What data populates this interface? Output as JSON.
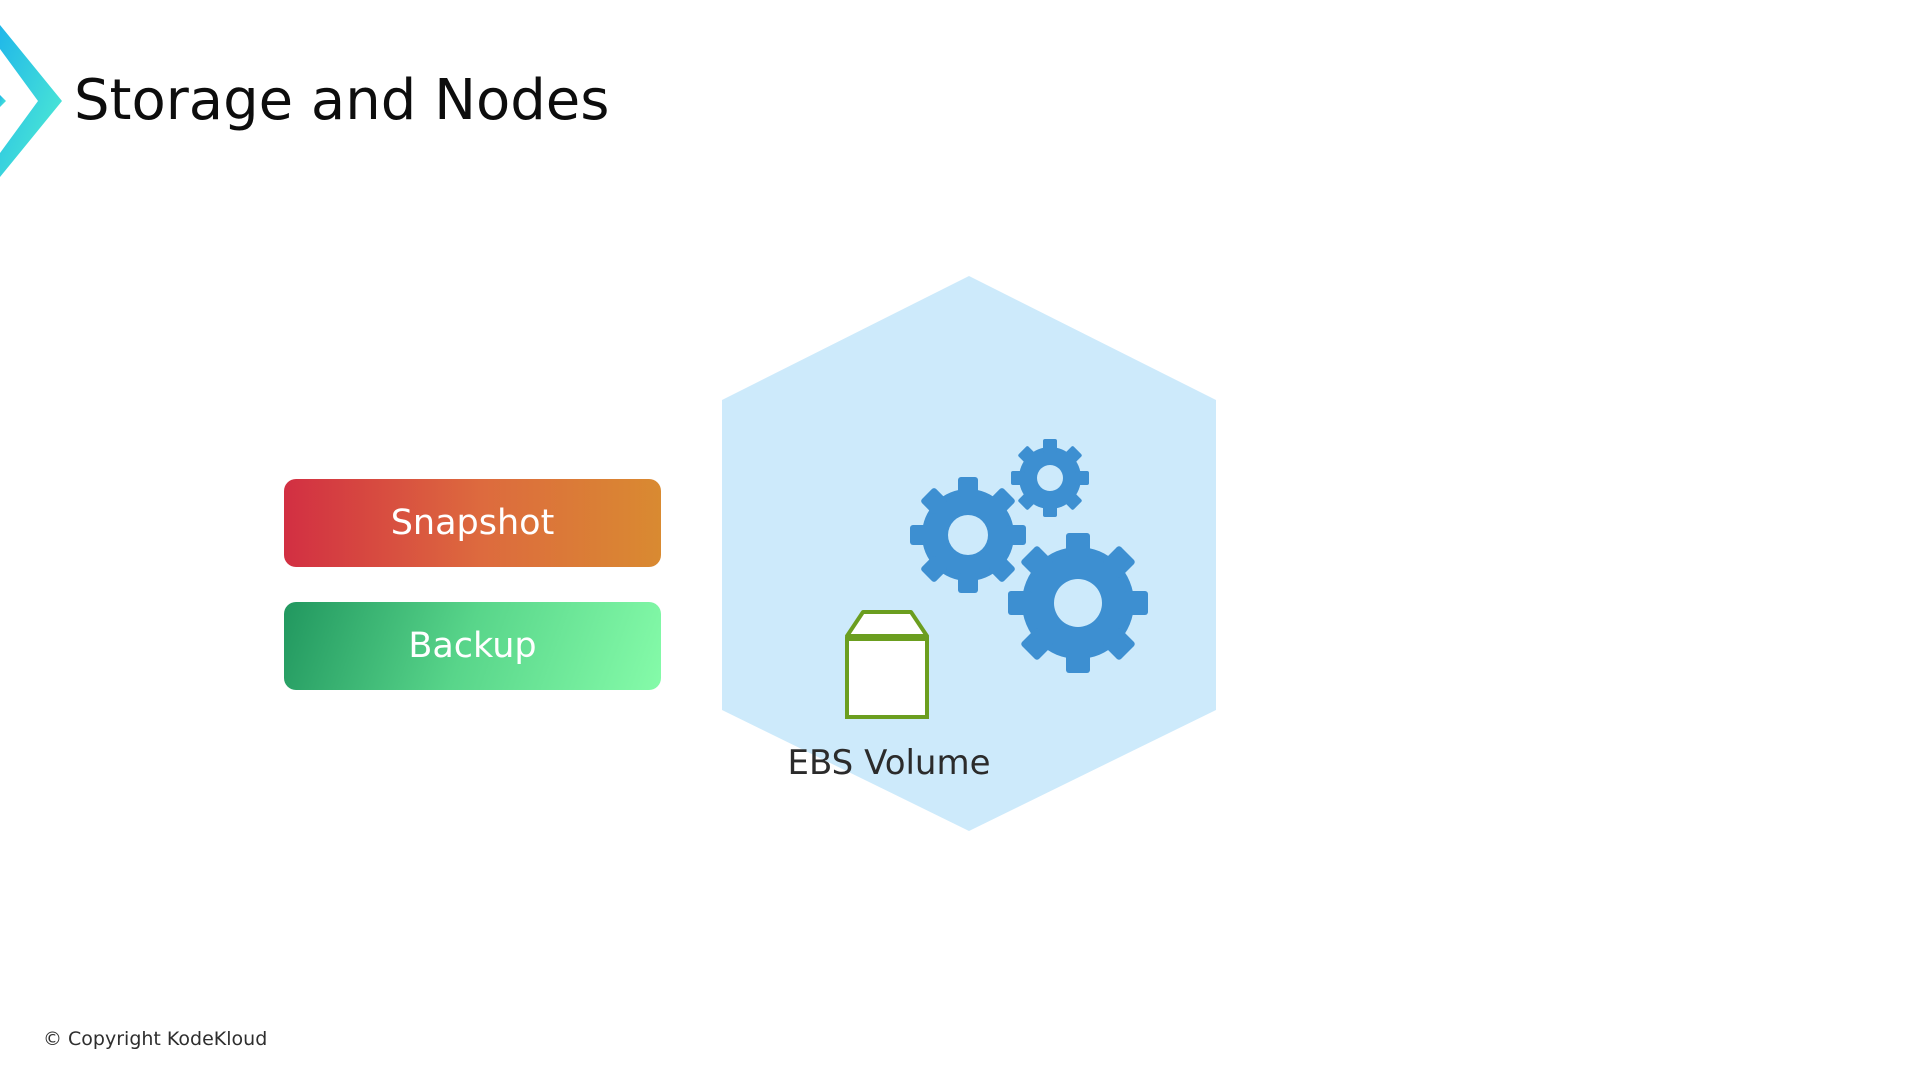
{
  "slide": {
    "title": "Storage and Nodes",
    "copyright": "© Copyright KodeKloud"
  },
  "buttons": {
    "snapshot_label": "Snapshot",
    "backup_label": "Backup"
  },
  "diagram": {
    "volume_label": "EBS Volume",
    "hexagon_icon": "hexagon-node-icon",
    "gear_icon": "gear-icon",
    "volume_icon": "ebs-volume-icon"
  },
  "colors": {
    "hexagon_fill": "#cdeafb",
    "gear_blue": "#3d8fd1",
    "volume_green": "#6b9e1f",
    "logo_cyan": "#3fd7e1",
    "snapshot_red": "#d22f42",
    "snapshot_orange": "#d98a31",
    "backup_dark_green": "#21975f",
    "backup_light_green": "#85fba9"
  }
}
